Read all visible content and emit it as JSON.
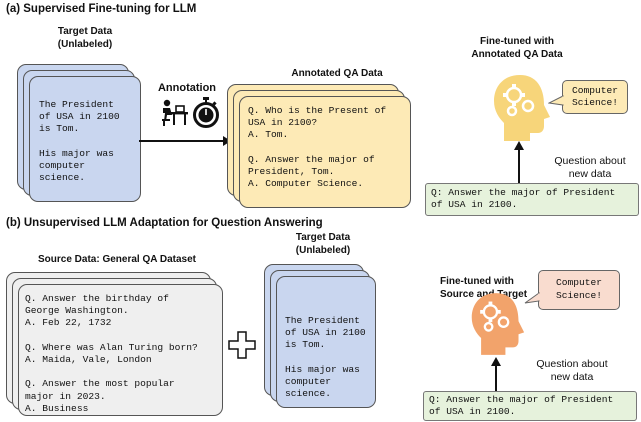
{
  "panel_a": {
    "title": "(a) Supervised Fine-tuning for LLM",
    "target_label": "Target Data\n(Unlabeled)",
    "target_text": "The President\nof USA in 2100\nis Tom.\n\nHis major was\ncomputer\nscience.",
    "annotation_label": "Annotation",
    "annotated_label": "Annotated QA Data",
    "annotated_text": "Q. Who is the Present of\nUSA in 2100?\nA. Tom.\n\nQ. Answer the major of\nPresident, Tom.\nA. Computer Science.",
    "finetuned_label": "Fine-tuned with\nAnnotated QA Data",
    "answer_bubble": "Computer\nScience!",
    "question_about": "Question about\nnew data",
    "question_box": "Q: Answer the major of President\nof USA in 2100."
  },
  "panel_b": {
    "title": "(b) Unsupervised LLM Adaptation for Question Answering",
    "source_label": "Source Data: General QA Dataset",
    "source_text": "Q. Answer the birthday of\nGeorge Washington.\nA. Feb 22, 1732\n\nQ. Where was Alan Turing born?\nA. Maida, Vale, London\n\nQ. Answer the most popular\nmajor in 2023.\nA. Business",
    "target_label": "Target Data\n(Unlabeled)",
    "target_text": "The President\nof USA in 2100\nis Tom.\n\nHis major was\ncomputer\nscience.",
    "finetuned_label": "Fine-tuned with\nSource and Target",
    "answer_bubble": "Computer\nScience!",
    "question_about": "Question about\nnew data",
    "question_box": "Q: Answer the major of President\nof USA in 2100."
  },
  "colors": {
    "blue_card": "#c9d6ef",
    "yellow_card": "#fdeab6",
    "gray_card": "#efefef",
    "green_box": "#e6f2dc",
    "head_yellow": "#f7d57a",
    "head_orange": "#f2a36b",
    "bubble_yellow": "#fdeab6",
    "bubble_pink": "#f9dccf"
  },
  "icons": [
    "person-at-desk-icon",
    "stopwatch-icon",
    "plus-icon",
    "head-gears-icon"
  ]
}
